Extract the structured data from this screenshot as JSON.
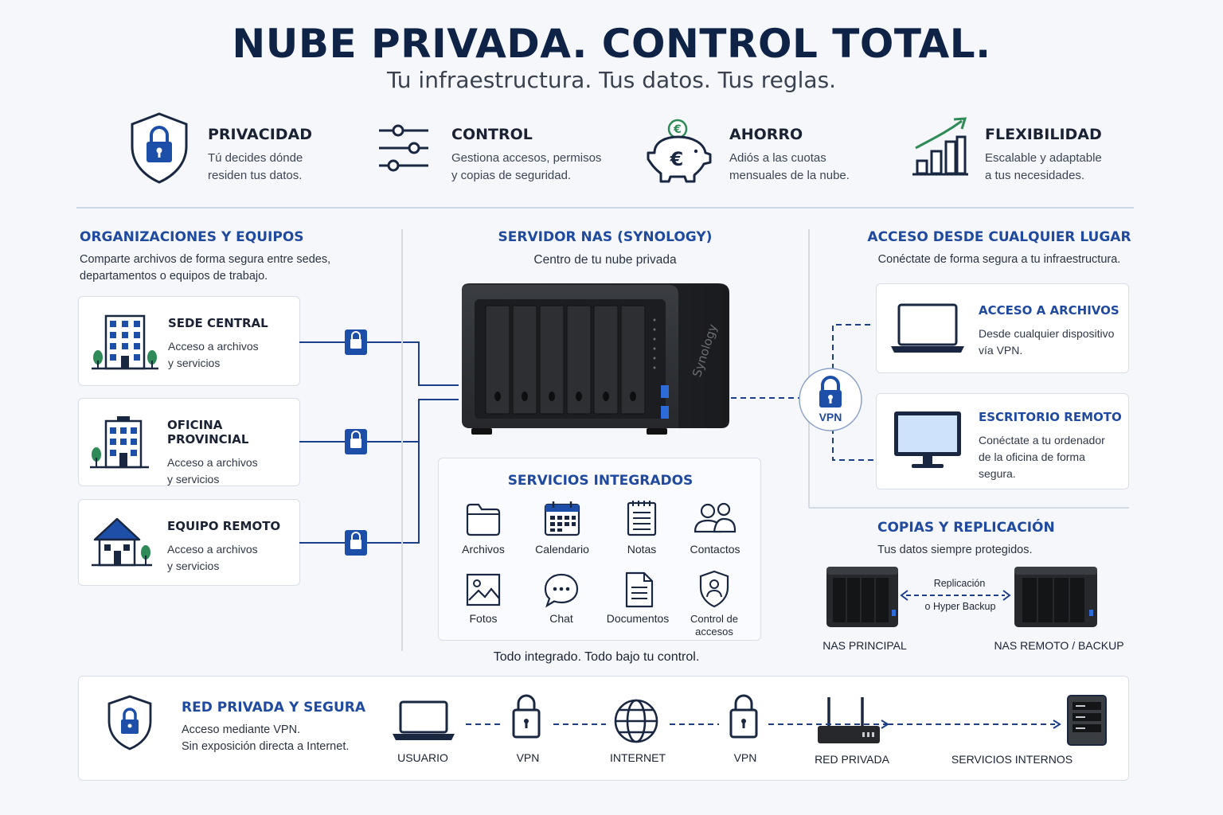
{
  "header": {
    "title": "NUBE PRIVADA. CONTROL TOTAL.",
    "subtitle": "Tu infraestructura. Tus datos. Tus reglas."
  },
  "features": [
    {
      "title": "PRIVACIDAD",
      "line1": "Tú decides dónde",
      "line2": "residen tus datos.",
      "icon": "shield-lock-icon"
    },
    {
      "title": "CONTROL",
      "line1": "Gestiona accesos, permisos",
      "line2": "y copias de seguridad.",
      "icon": "sliders-icon"
    },
    {
      "title": "AHORRO",
      "line1": "Adiós a las cuotas",
      "line2": "mensuales de la nube.",
      "icon": "piggy-bank-euro-icon"
    },
    {
      "title": "FLEXIBILIDAD",
      "line1": "Escalable y adaptable",
      "line2": "a tus necesidades.",
      "icon": "growth-chart-icon"
    }
  ],
  "organizations": {
    "title": "ORGANIZACIONES Y EQUIPOS",
    "line1": "Comparte archivos de forma segura entre sedes,",
    "line2": "departamentos o equipos de trabajo.",
    "items": [
      {
        "title": "SEDE CENTRAL",
        "line1": "Acceso a archivos",
        "line2": "y servicios"
      },
      {
        "title": "OFICINA PROVINCIAL",
        "line1": "Acceso a archivos",
        "line2": "y servicios"
      },
      {
        "title": "EQUIPO REMOTO",
        "line1": "Acceso a archivos",
        "line2": "y servicios"
      }
    ]
  },
  "server": {
    "title": "SERVIDOR NAS (SYNOLOGY)",
    "subtitle": "Centro de tu nube privada",
    "brand": "Synology"
  },
  "services": {
    "title": "SERVICIOS INTEGRADOS",
    "items": [
      {
        "label": "Archivos",
        "icon": "folder-icon"
      },
      {
        "label": "Calendario",
        "icon": "calendar-icon"
      },
      {
        "label": "Notas",
        "icon": "notes-icon"
      },
      {
        "label": "Contactos",
        "icon": "contacts-icon"
      },
      {
        "label": "Fotos",
        "icon": "photo-icon"
      },
      {
        "label": "Chat",
        "icon": "chat-icon"
      },
      {
        "label": "Documentos",
        "icon": "document-icon"
      },
      {
        "label_line1": "Control de",
        "label_line2": "accesos",
        "icon": "access-shield-icon"
      }
    ],
    "footer": "Todo integrado. Todo bajo tu control."
  },
  "remote_access": {
    "title": "ACCESO DESDE CUALQUIER LUGAR",
    "subtitle": "Conéctate de forma segura a tu infraestructura.",
    "vpn_label": "VPN",
    "items": [
      {
        "title": "ACCESO A ARCHIVOS",
        "line1": "Desde cualquier dispositivo",
        "line2": "vía VPN."
      },
      {
        "title": "ESCRITORIO REMOTO",
        "line1": "Conéctate a tu ordenador",
        "line2": "de la oficina de forma",
        "line3": "segura."
      }
    ]
  },
  "backup": {
    "title": "COPIAS Y REPLICACIÓN",
    "subtitle": "Tus datos siempre protegidos.",
    "arrow_line1": "Replicación",
    "arrow_line2": "o Hyper Backup",
    "left_label": "NAS PRINCIPAL",
    "right_label": "NAS REMOTO / BACKUP"
  },
  "network": {
    "title": "RED PRIVADA Y SEGURA",
    "line1": "Acceso mediante VPN.",
    "line2": "Sin exposición directa a Internet.",
    "nodes": [
      "USUARIO",
      "VPN",
      "INTERNET",
      "VPN",
      "RED PRIVADA",
      "SERVICIOS INTERNOS"
    ]
  },
  "colors": {
    "accent": "#1f4aa0",
    "navy": "#0f2347",
    "lock_blue": "#1d4ea8",
    "green": "#2e8b57",
    "background": "#f5f7fa"
  }
}
